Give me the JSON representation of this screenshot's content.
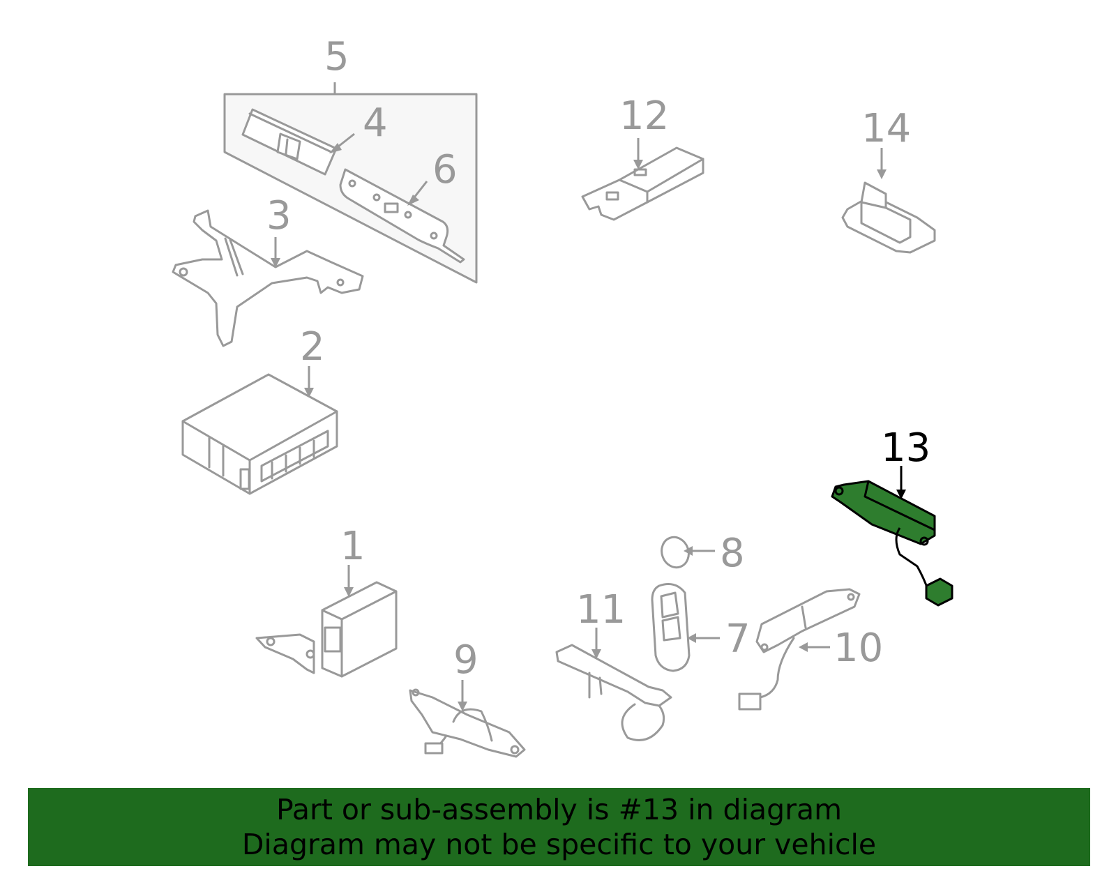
{
  "diagram": {
    "callouts": {
      "c1": "1",
      "c2": "2",
      "c3": "3",
      "c4": "4",
      "c5": "5",
      "c6": "6",
      "c7": "7",
      "c8": "8",
      "c9": "9",
      "c10": "10",
      "c11": "11",
      "c12": "12",
      "c13": "13",
      "c14": "14"
    },
    "highlighted_part": "13",
    "colors": {
      "highlight": "#2e7d2e",
      "banner": "#1e6b1e",
      "line_art": "#999999"
    }
  },
  "banner": {
    "line1": "Part or sub-assembly is #13 in diagram",
    "line2": "Diagram may not be specific to your vehicle"
  }
}
